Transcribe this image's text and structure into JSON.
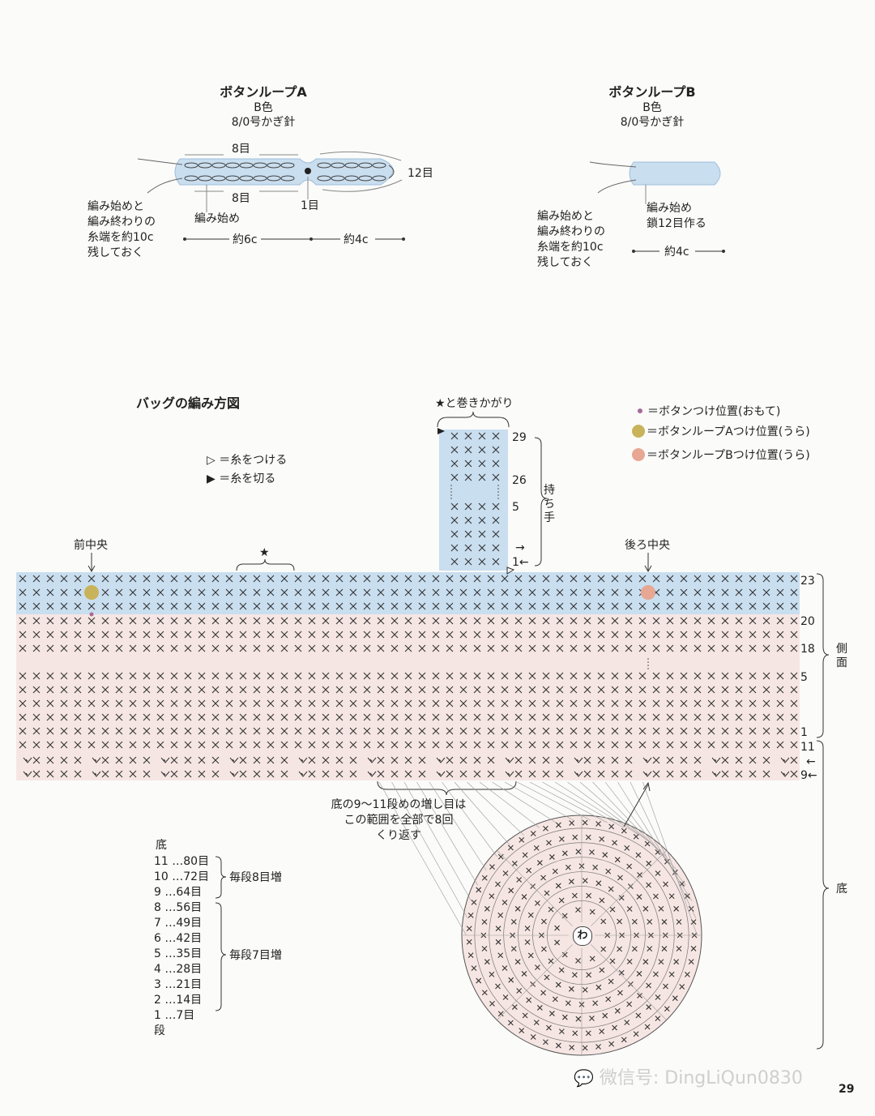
{
  "loop_a": {
    "title": "ボタンループA",
    "color": "B色",
    "hook": "8/0号かぎ針",
    "lbl_top": "8目",
    "lbl_bottom": "8目",
    "lbl_right": "12目",
    "lbl_center": "1目",
    "lbl_start": "編み始め",
    "note": [
      "編み始めと",
      "編み終わりの",
      "糸端を約10c",
      "残しておく"
    ],
    "dim_left": "約6c",
    "dim_right": "約4c"
  },
  "loop_b": {
    "title": "ボタンループB",
    "color": "B色",
    "hook": "8/0号かぎ針",
    "lbl_start": [
      "編み始め",
      "鎖12目作る"
    ],
    "note": [
      "編み始めと",
      "編み終わりの",
      "糸端を約10c",
      "残しておく"
    ],
    "dim": "約4c"
  },
  "bag": {
    "title": "バッグの編み方図",
    "legend_attach": "＝糸をつける",
    "legend_cut": "＝糸を切る",
    "legend_button": "＝ボタンつけ位置(おもて)",
    "legend_loop_a": "＝ボタンループAつけ位置(うら)",
    "legend_loop_b": "＝ボタンループBつけ位置(うら)",
    "front_center": "前中央",
    "back_center": "後ろ中央",
    "star": "★",
    "handle_note": "★と巻きかがり",
    "handle_label": "持ち手",
    "handle_rows": [
      "29",
      "26",
      "5",
      "1←",
      "→"
    ],
    "side_label": "側面",
    "bottom_label": "底",
    "side_rows": [
      "23",
      "20",
      "18",
      "5",
      "1"
    ],
    "bottom_rows": [
      "11",
      "←",
      "9←"
    ],
    "increase_note": [
      "底の9〜11段めの増し目は",
      "この範囲を全部で8回",
      "くり返す"
    ],
    "ring_center": "わ"
  },
  "table": {
    "title": "底",
    "rows": [
      "11 …80目",
      "10 …72目",
      "9 …64目",
      "8 …56目",
      "7 …49目",
      "6 …42目",
      "5 …35目",
      "4 …28目",
      "3 …21目",
      "2 …14目",
      "1 …7目"
    ],
    "footer": "段",
    "group_a": "毎段8目増",
    "group_b": "毎段7目増"
  },
  "watermark": "微信号: DingLiQun0830",
  "page_number": "29",
  "colors": {
    "blue": "#c9deef",
    "pink": "#f6e6e3",
    "loop_a": "#c9b35a",
    "loop_b": "#e7a793",
    "button": "#a76a98"
  }
}
